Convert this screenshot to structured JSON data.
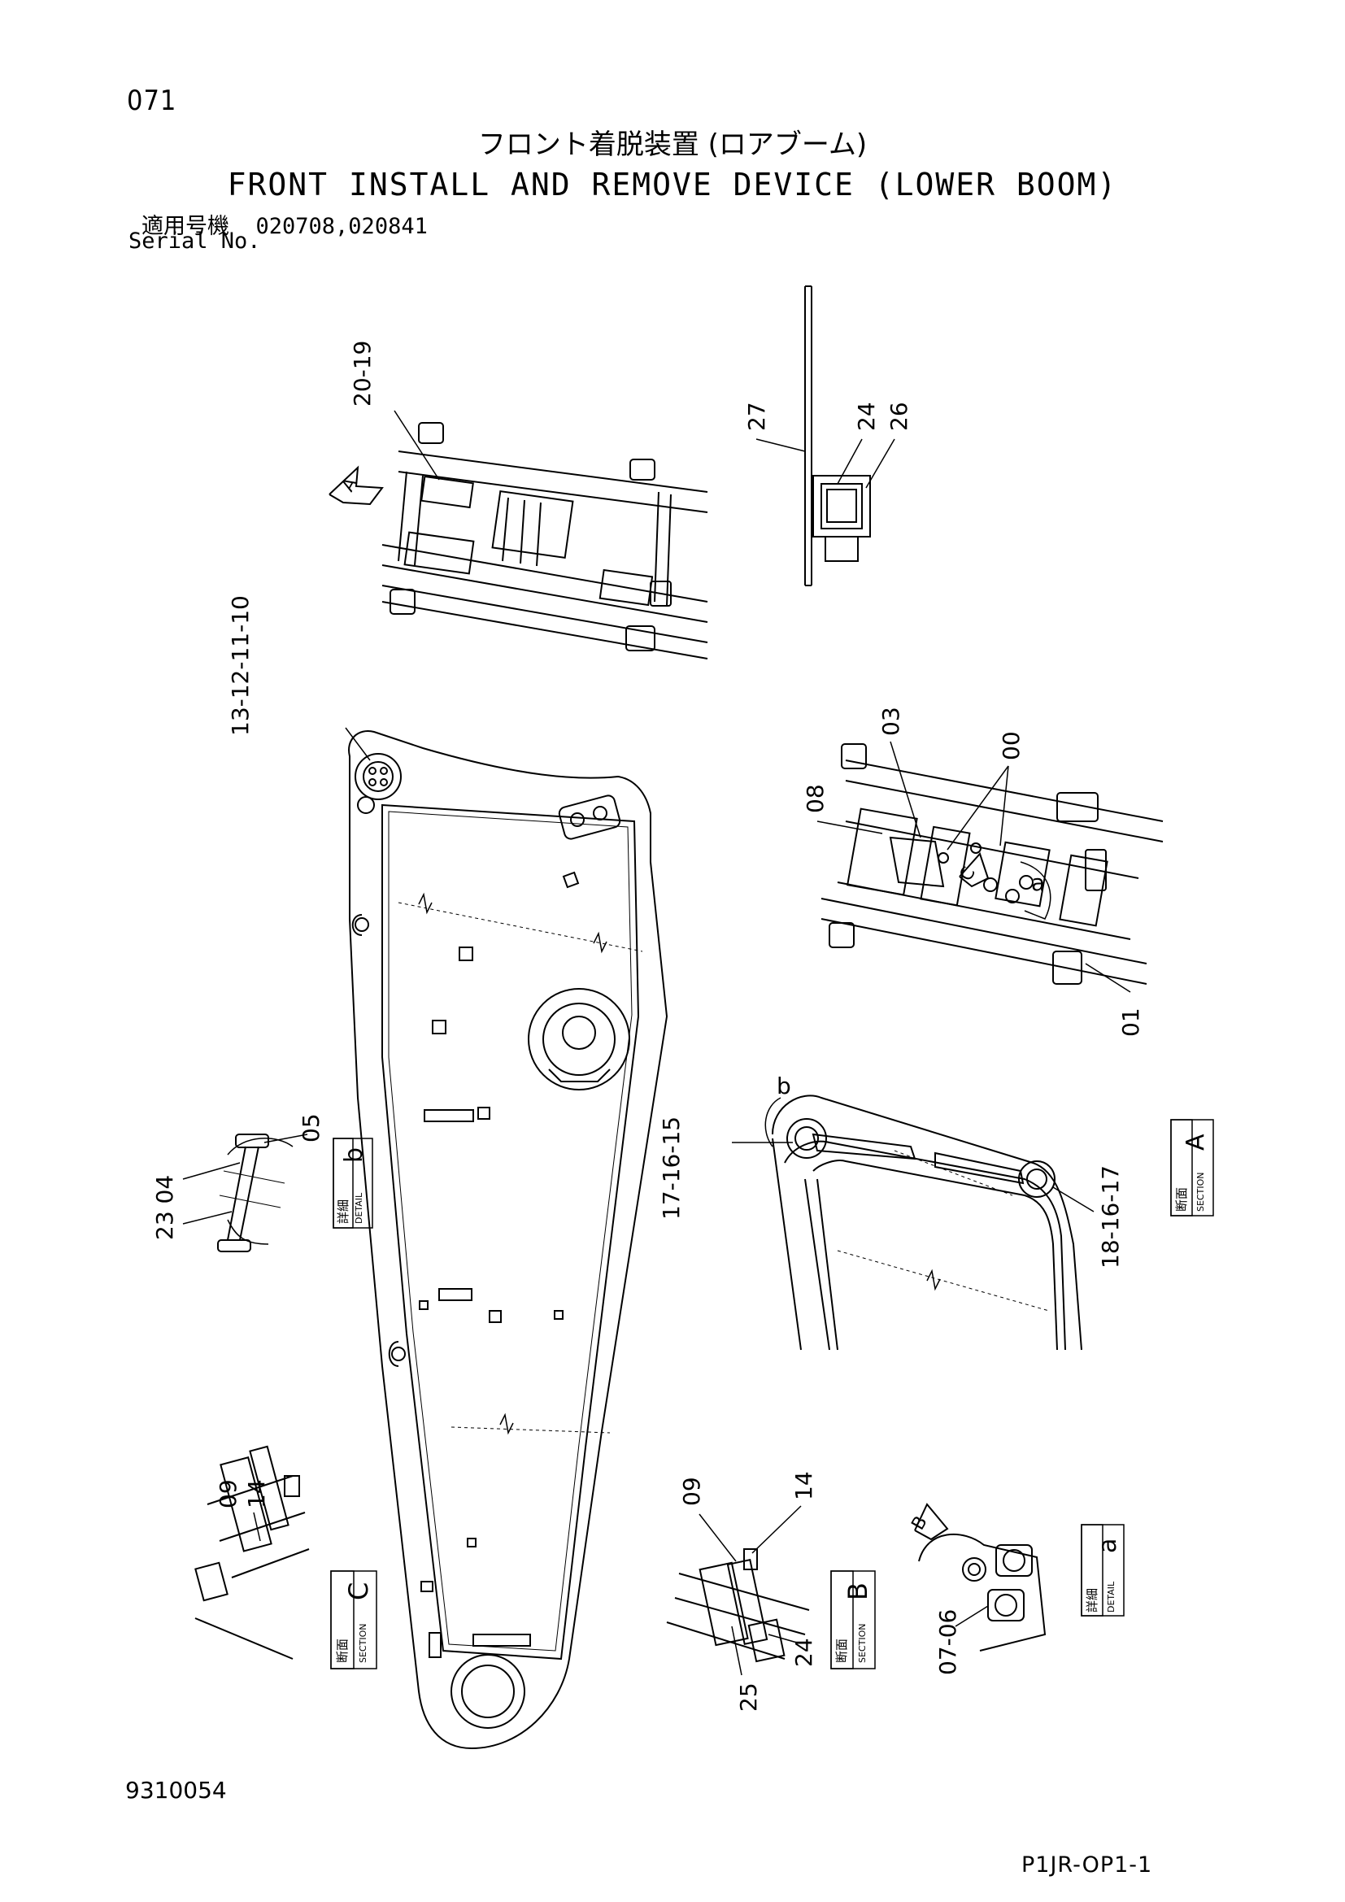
{
  "header": {
    "page_number": "071",
    "title_jp": "フロント着脱装置 (ロアブーム)",
    "title_en": "FRONT INSTALL AND REMOVE DEVICE (LOWER BOOM)",
    "serial_label_jp": "適用号機",
    "serial_values": "020708,020841",
    "serial_label_en": "Serial No."
  },
  "footer": {
    "doc_number": "9310054",
    "sheet_code": "P1JR-OP1-1"
  },
  "callouts": {
    "c20_19": "20-19",
    "c27": "27",
    "c24_top": "24",
    "c26": "26",
    "c13_10": "13-12-11-10",
    "c03": "03",
    "c08": "08",
    "c00": "00",
    "c01": "01",
    "c05": "05",
    "c23_04": "23 04",
    "c17_15": "17-16-15",
    "c18_17": "18-16-17",
    "c09_left": "09",
    "c14_left": "14",
    "c09_mid": "09",
    "c14_mid": "14",
    "c24_mid": "24",
    "c25": "25",
    "c07_06": "07-06"
  },
  "view_arrows": {
    "A": "A",
    "C": "C",
    "B": "B",
    "a": "a",
    "b": "b"
  },
  "detail_boxes": {
    "detail_b": {
      "kanji": "詳細",
      "label": "DETAIL",
      "letter": "b"
    },
    "section_A": {
      "kanji": "断面",
      "label": "SECTION",
      "letter": "A"
    },
    "section_C": {
      "kanji": "断面",
      "label": "SECTION",
      "letter": "C"
    },
    "section_B": {
      "kanji": "断面",
      "label": "SECTION",
      "letter": "B"
    },
    "detail_a": {
      "kanji": "詳細",
      "label": "DETAIL",
      "letter": "a"
    }
  }
}
